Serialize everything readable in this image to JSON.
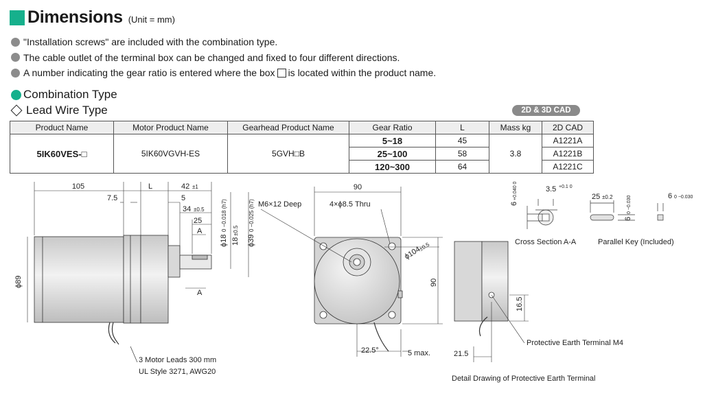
{
  "header": {
    "title": "Dimensions",
    "unit": "(Unit = mm)"
  },
  "notes": [
    {
      "text": "\"Installation screws\" are included with the combination type."
    },
    {
      "text": "The cable outlet of the terminal box can be changed and fixed to four different directions."
    },
    {
      "before": "A number indicating the gear ratio is entered where the box",
      "after": "is located within the product name."
    }
  ],
  "section": {
    "title": "Combination Type",
    "subtitle": "Lead Wire Type",
    "cad_badge": "2D & 3D CAD"
  },
  "table": {
    "headers": [
      "Product Name",
      "Motor Product Name",
      "Gearhead Product Name",
      "Gear Ratio",
      "L",
      "Mass kg",
      "2D CAD"
    ],
    "product": "5IK60VES-□",
    "motor": "5IK60VGVH-ES",
    "gearhead": "5GVH□B",
    "mass": "3.8",
    "rows": [
      {
        "ratio": "5~18",
        "L": "45",
        "cad": "A1221A"
      },
      {
        "ratio": "25~100",
        "L": "58",
        "cad": "A1221B"
      },
      {
        "ratio": "120~300",
        "L": "64",
        "cad": "A1221C"
      }
    ]
  },
  "drawing": {
    "d105": "105",
    "dL": "L",
    "d42": "42",
    "d42tol": "±1",
    "d7_5": "7.5",
    "d5": "5",
    "d34": "34",
    "d34tol": "±0.5",
    "d25": "25",
    "secA": "A",
    "phi18": "ϕ18",
    "phi18tol": "0 −0.018 (h7)",
    "d18": "18",
    "d18tol": "±0.5",
    "phi39": "ϕ39",
    "phi39tol": "0 −0.025 (h7)",
    "phi89": "ϕ89",
    "leads1": "3 Motor Leads 300 mm",
    "leads2": "UL Style 3271, AWG20",
    "d90top": "90",
    "m6": "M6×12 Deep",
    "holes": "4×ϕ8.5 Thru",
    "phi104": "ϕ104",
    "phi104tol": "±0.5",
    "d90side": "90",
    "angle": "22.5°",
    "max5": "5 max.",
    "pet": "Protective Earth Terminal M4",
    "d16_5": "16.5",
    "d21_5": "21.5",
    "detail": "Detail Drawing of Protective Earth Terminal",
    "cs_6": "6",
    "cs_6tol": "+0.040 0",
    "cs_3_5": "3.5",
    "cs_3_5tol": "+0.1 0",
    "cs_label": "Cross Section A-A",
    "pk_25": "25",
    "pk_25tol": "±0.2",
    "pk_6": "6",
    "pk_6tol": "0 −0.030",
    "pk_6b": "6",
    "pk_6btol": "0 −0.030",
    "pk_label": "Parallel Key (Included)"
  }
}
